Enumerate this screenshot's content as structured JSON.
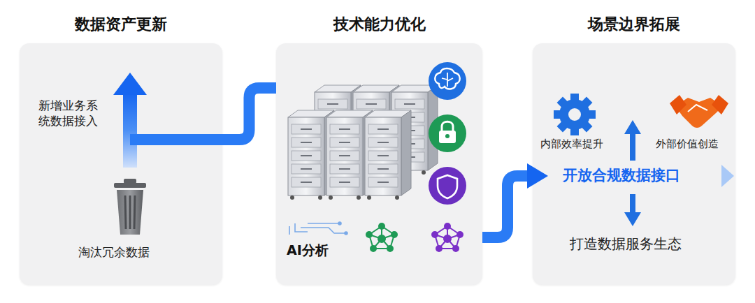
{
  "diagram": {
    "nodes": [
      {
        "text": [
          "数据资产更新"
        ]
      },
      {
        "text": [
          "技术能力优化"
        ]
      },
      {
        "text": [
          "场景边界拓展"
        ]
      }
    ],
    "edges": [
      {
        "from": 0,
        "to": 1,
        "arrow": "none"
      },
      {
        "from": 1,
        "to": 2,
        "arrow": "to"
      }
    ],
    "labels": [
      "新增业务系统数据接入",
      "淘汰冗余数据",
      "AI分析",
      "内部效率提升",
      "外部价值创造",
      "开放合规数据接口",
      "打造数据服务生态"
    ]
  }
}
